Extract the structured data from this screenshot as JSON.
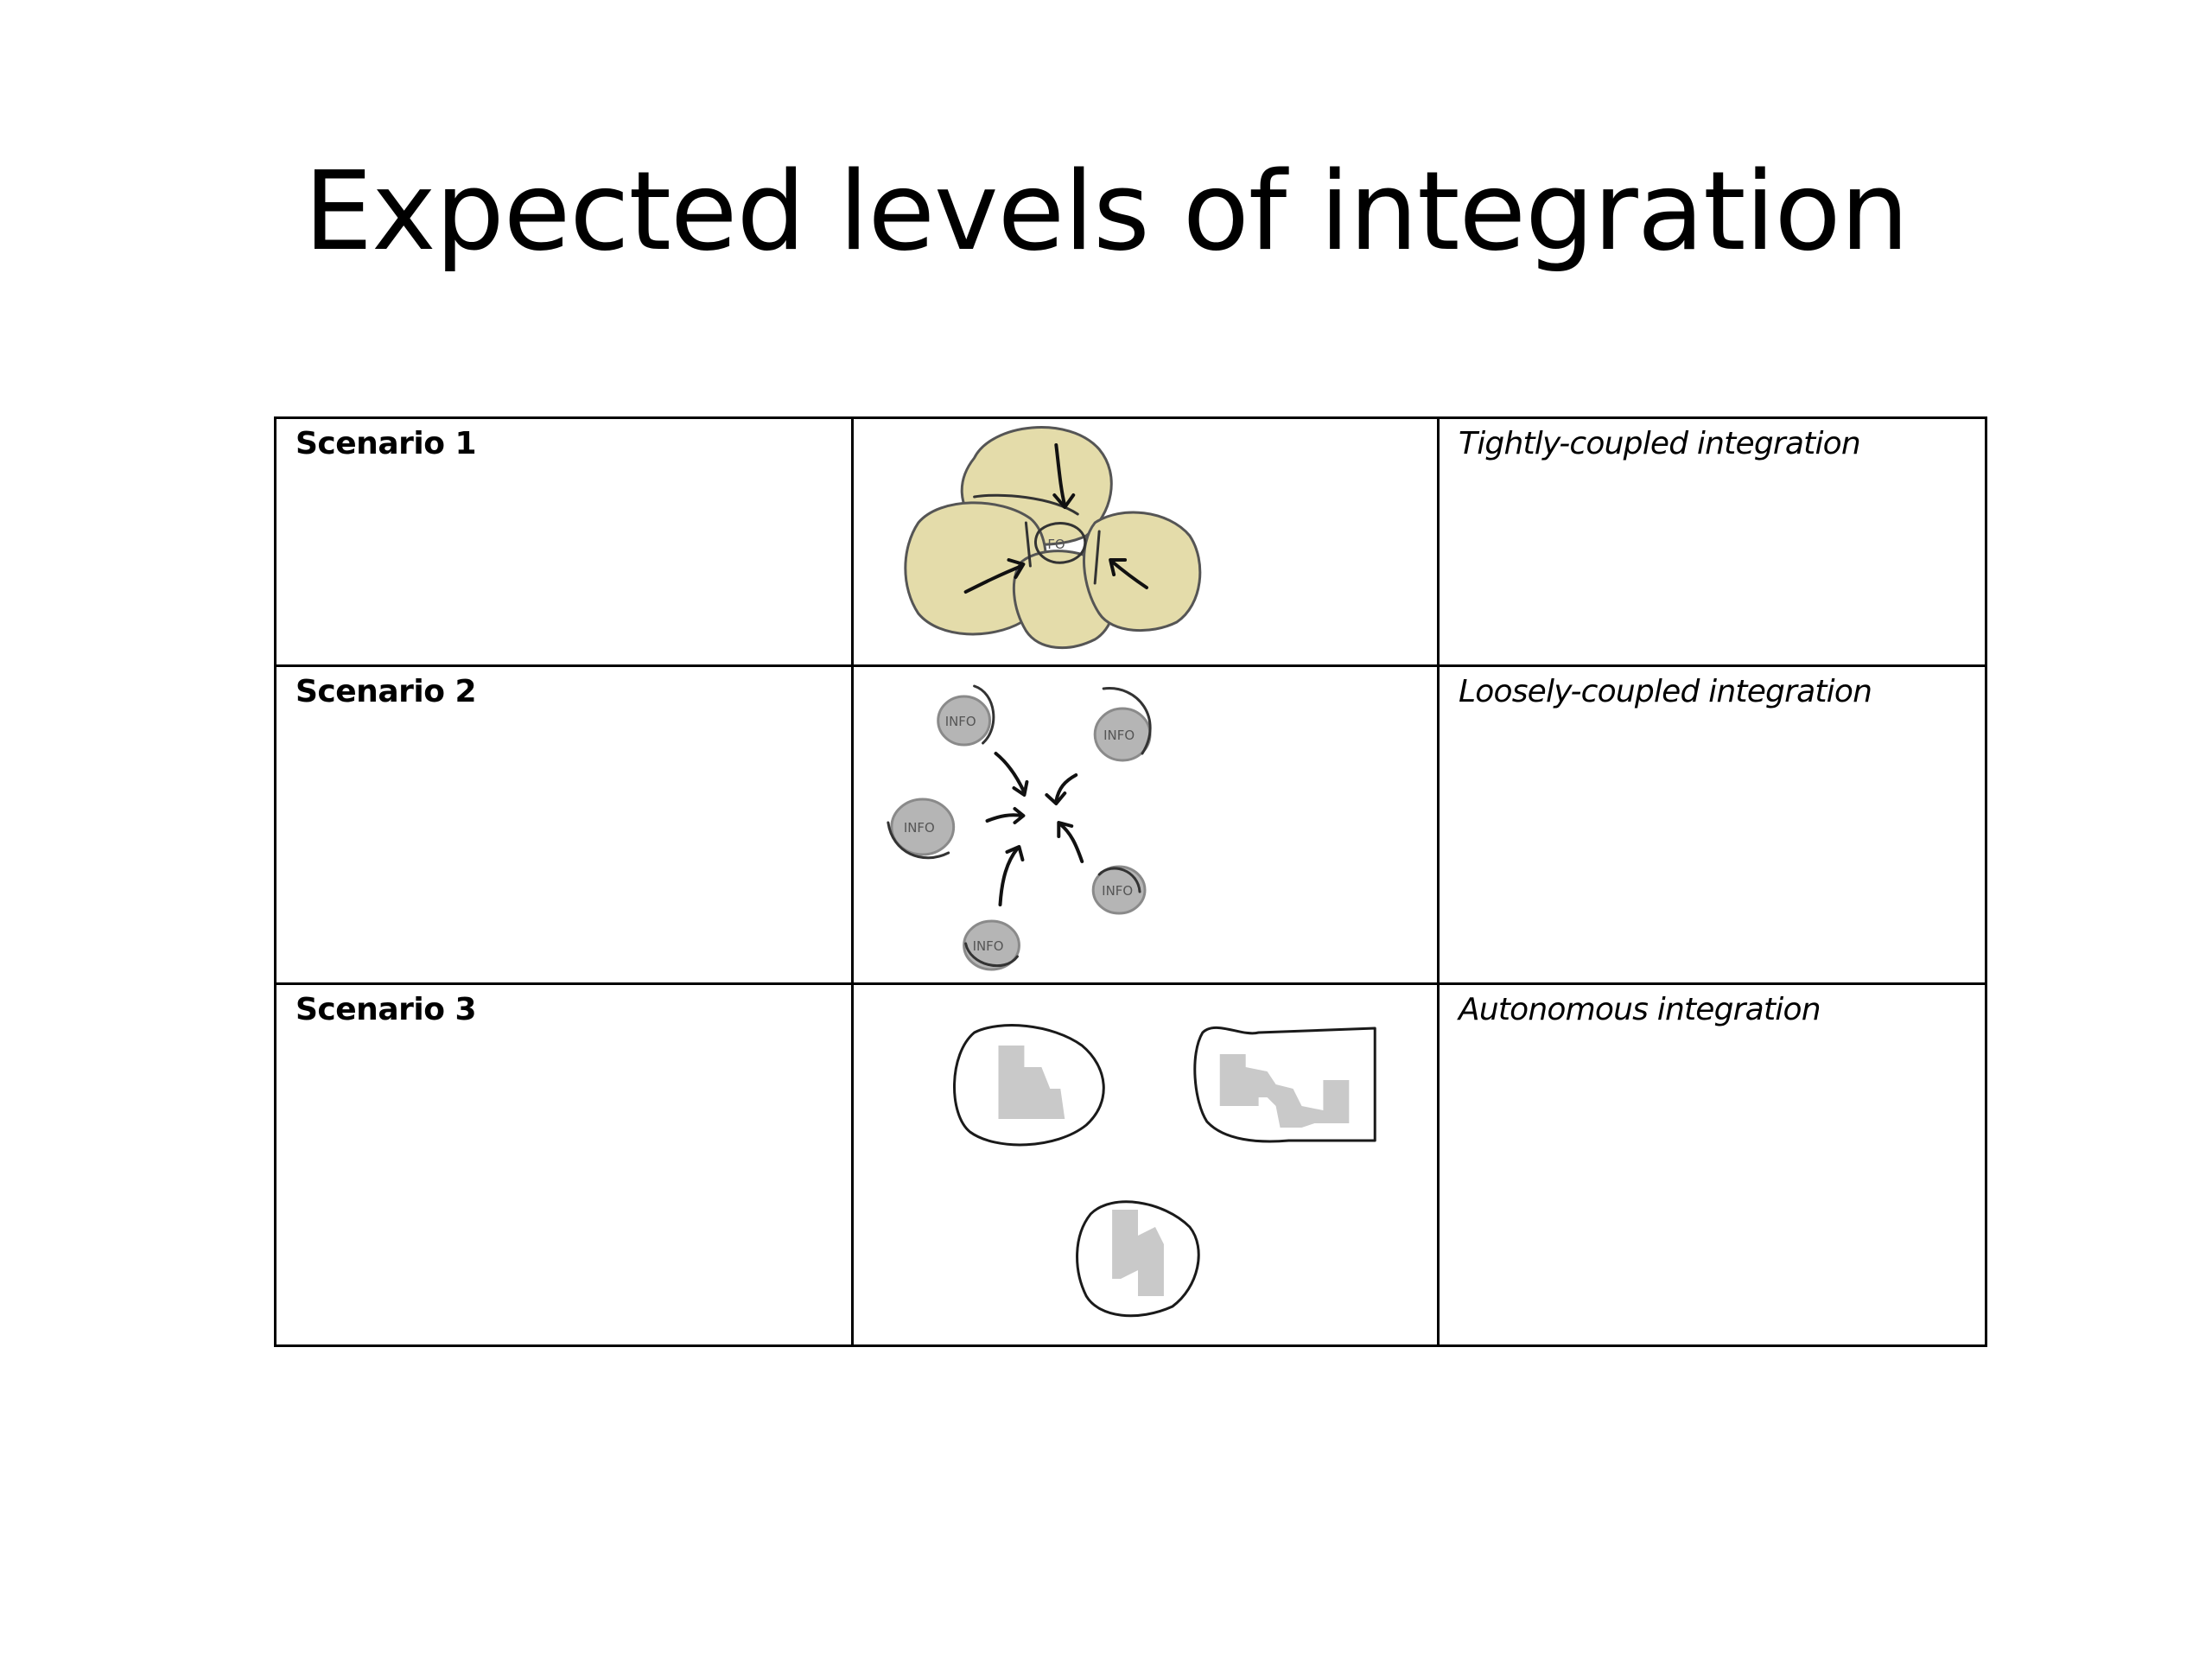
{
  "slide": {
    "title": "Expected levels of integration"
  },
  "table": {
    "rows": [
      {
        "scenario": "Scenario 1",
        "integration": "Tightly-coupled integration",
        "figure_center_label": "FO"
      },
      {
        "scenario": "Scenario 2",
        "integration": "Loosely-coupled integration",
        "figure_node_labels": [
          "INFO",
          "INFO",
          "INFO",
          "INFO",
          "INFO"
        ]
      },
      {
        "scenario": "Scenario 3",
        "integration": "Autonomous integration"
      }
    ]
  },
  "colors": {
    "yellow_fill": "#e4dcaa",
    "info_fill": "#b5b5b5",
    "block_fill": "#c9c9c9"
  }
}
